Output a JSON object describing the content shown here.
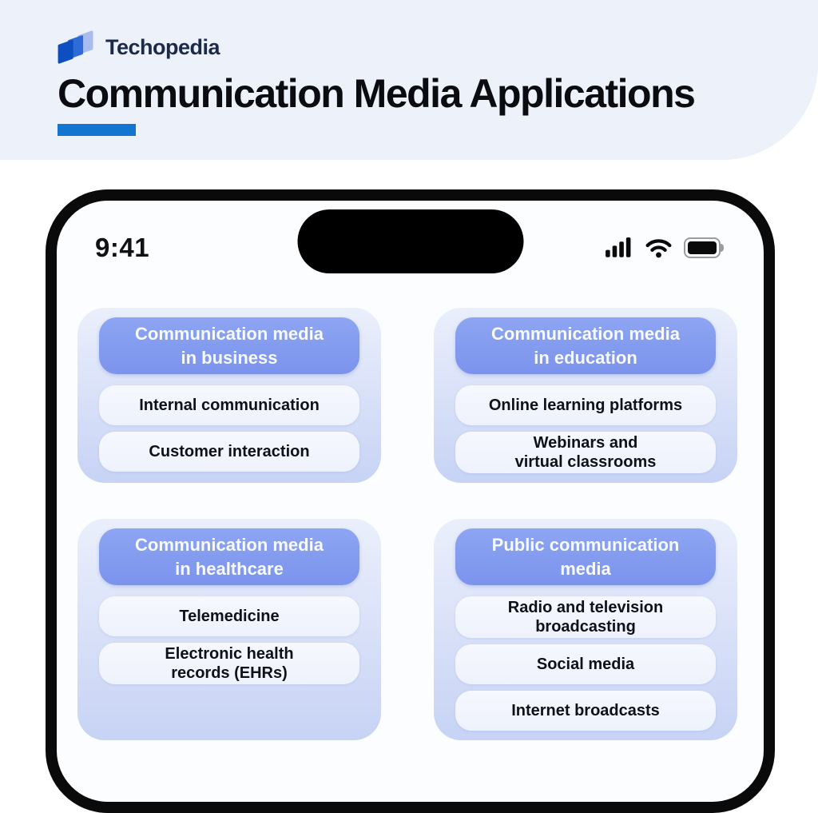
{
  "brand": {
    "name": "Techopedia",
    "logo_colors": {
      "back_tile": "#a9bcf0",
      "middle_tile": "#2d6bd8",
      "front_tile": "#0d4fc0"
    }
  },
  "header": {
    "title": "Communication Media Applications",
    "accent_color": "#1375d2",
    "background_color": "#edf1fa"
  },
  "phone": {
    "status": {
      "time": "9:41",
      "icons": [
        "signal-icon",
        "wifi-icon",
        "battery-icon"
      ]
    }
  },
  "cards": [
    {
      "title": "Communication media\nin business",
      "items": [
        "Internal communication",
        "Customer interaction"
      ]
    },
    {
      "title": "Communication media\nin education",
      "items": [
        "Online learning platforms",
        "Webinars and\nvirtual classrooms"
      ]
    },
    {
      "title": "Communication media\nin healthcare",
      "items": [
        "Telemedicine",
        "Electronic health\nrecords (EHRs)"
      ]
    },
    {
      "title": "Public communication\nmedia",
      "items": [
        "Radio and television\nbroadcasting",
        "Social media",
        "Internet broadcasts"
      ]
    }
  ],
  "colors": {
    "card_header_blue": "#7f99ee",
    "card_gradient_top": "#eaeffb",
    "card_gradient_bottom": "#c7d3f5",
    "item_background": "#f2f5fd",
    "phone_frame": "#0a0a0a"
  }
}
